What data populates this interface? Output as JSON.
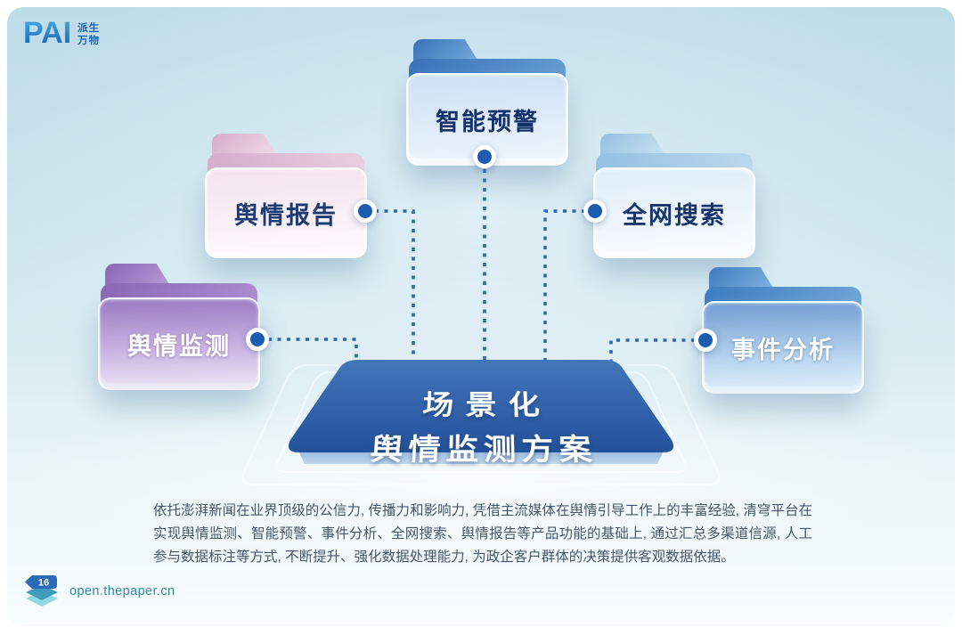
{
  "logo": {
    "brand": "PAI",
    "tagline_top": "派生",
    "tagline_bottom": "万物"
  },
  "folders": [
    {
      "label": "舆情监测"
    },
    {
      "label": "舆情报告"
    },
    {
      "label": "智能预警"
    },
    {
      "label": "全网搜索"
    },
    {
      "label": "事件分析"
    }
  ],
  "platform": {
    "title_line1": "场景化",
    "title_line2": "舆情监测方案"
  },
  "description": "依托澎湃新闻在业界顶级的公信力, 传播力和影响力, 凭借主流媒体在舆情引导工作上的丰富经验, 清穹平台在实现舆情监测、智能预警、事件分析、全网搜索、舆情报告等产品功能的基础上, 通过汇总多渠道信源, 人工参与数据标注等方式, 不断提升、强化数据处理能力, 为政企客户群体的决策提供客观数据依据。",
  "footer": {
    "page_number": "16",
    "url": "open.thepaper.cn"
  },
  "colors": {
    "background_top": "#bedbe8",
    "platform_blue": "#2a5aa4",
    "connector_blue": "#2b66b2",
    "dot_blue": "#1b5cae",
    "folder_monitoring_purple": "#9a7cc4",
    "folder_report_pink": "#e4c2d6",
    "folder_warning_blue": "#4a82c4",
    "folder_search_lightblue": "#a6cce8",
    "folder_analysis_blue": "#4a86c8",
    "logo_blue": "#1a64ba",
    "description_text": "#44566c",
    "footer_teal": "#2e88ae"
  }
}
